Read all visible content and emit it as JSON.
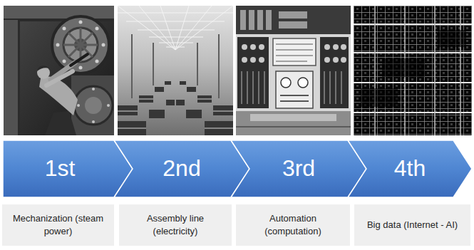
{
  "diagram": {
    "nodes": [
      {
        "text": [
          "1st"
        ]
      },
      {
        "text": [
          "2nd"
        ]
      },
      {
        "text": [
          "3rd"
        ]
      },
      {
        "text": [
          "4th"
        ]
      },
      {
        "text": [
          "Mechanization (steam power)"
        ]
      },
      {
        "text": [
          "Assembly line (electricity)"
        ]
      },
      {
        "text": [
          "Automation (computation)"
        ]
      },
      {
        "text": [
          "Big data (Internet - AI)"
        ]
      }
    ]
  }
}
